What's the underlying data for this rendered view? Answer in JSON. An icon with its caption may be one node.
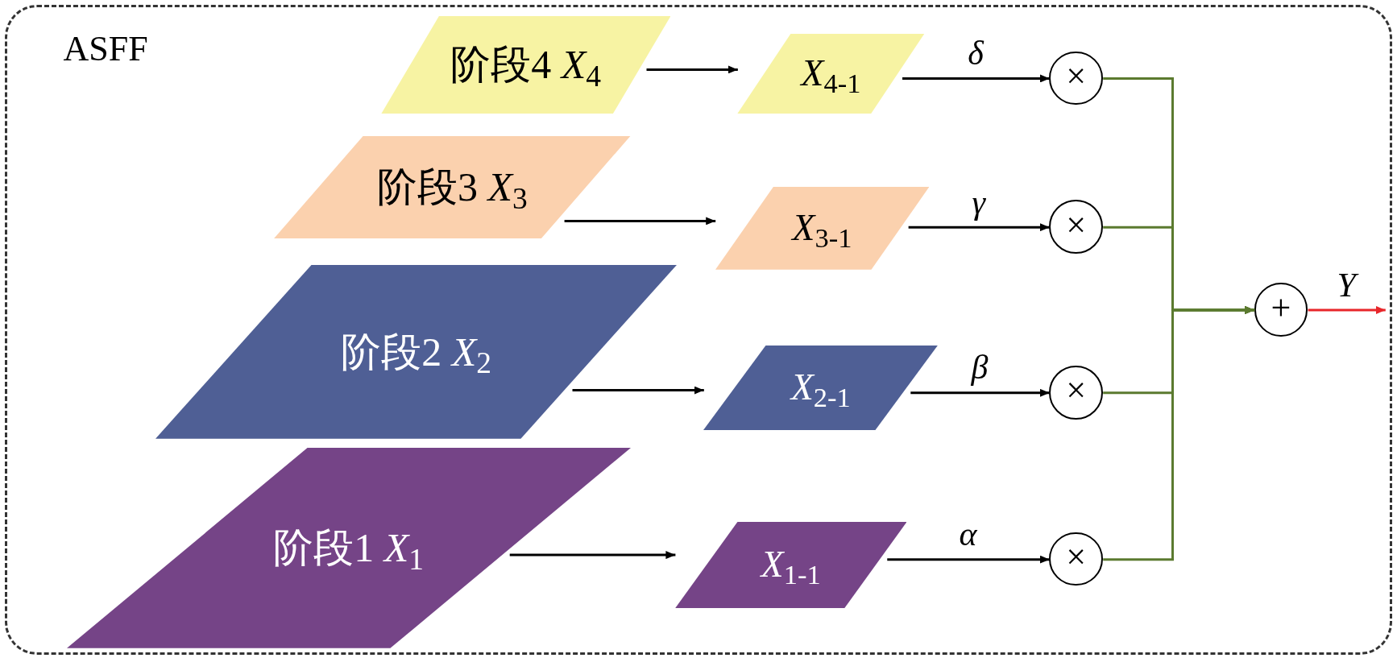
{
  "diagram": {
    "nodes": [
      {
        "text": [
          "ASFF"
        ]
      },
      {
        "text": [
          "阶段4 *X*$_{4}$"
        ],
        "in": 0
      },
      {
        "text": [
          "阶段3 *X*$_{3}$"
        ],
        "in": 0
      },
      {
        "text": [
          "阶段2 *X*$_{2}$"
        ],
        "in": 0
      },
      {
        "text": [
          "阶段1 *X*$_{1}$"
        ],
        "in": 0
      },
      {
        "text": [
          "*X*$_{4-1}$"
        ],
        "in": 0
      },
      {
        "text": [
          "*X*$_{3-1}$"
        ],
        "in": 0
      },
      {
        "text": [
          "*X*$_{2-1}$"
        ],
        "in": 0
      },
      {
        "text": [
          "*X*$_{1-1}$"
        ],
        "in": 0
      },
      {
        "text": [
          "×"
        ],
        "in": 0
      },
      {
        "text": [
          "×"
        ],
        "in": 0
      },
      {
        "text": [
          "×"
        ],
        "in": 0
      },
      {
        "text": [
          "×"
        ],
        "in": 0
      },
      {
        "text": [
          "+"
        ],
        "in": 0
      }
    ],
    "edges": [
      {
        "from": 1,
        "to": 5,
        "arrow": "to"
      },
      {
        "from": 2,
        "to": 6,
        "arrow": "to"
      },
      {
        "from": 3,
        "to": 7,
        "arrow": "to"
      },
      {
        "from": 4,
        "to": 8,
        "arrow": "to"
      },
      {
        "from": 5,
        "to": 9,
        "arrow": "to",
        "label": "δ"
      },
      {
        "from": 6,
        "to": 10,
        "arrow": "to",
        "label": "γ"
      },
      {
        "from": 7,
        "to": 11,
        "arrow": "to",
        "label": "β"
      },
      {
        "from": 8,
        "to": 12,
        "arrow": "to",
        "label": "α"
      },
      {
        "from": 9,
        "to": 13,
        "arrow": "to",
        "color": "#5b7a2f"
      },
      {
        "from": 10,
        "to": 13,
        "arrow": "to",
        "color": "#5b7a2f"
      },
      {
        "from": 11,
        "to": 13,
        "arrow": "to",
        "color": "#5b7a2f"
      },
      {
        "from": 12,
        "to": 13,
        "arrow": "to",
        "color": "#5b7a2f"
      },
      {
        "from": 13,
        "to": null,
        "arrow": "to",
        "label": "Y",
        "color": "#e8262a"
      }
    ]
  }
}
